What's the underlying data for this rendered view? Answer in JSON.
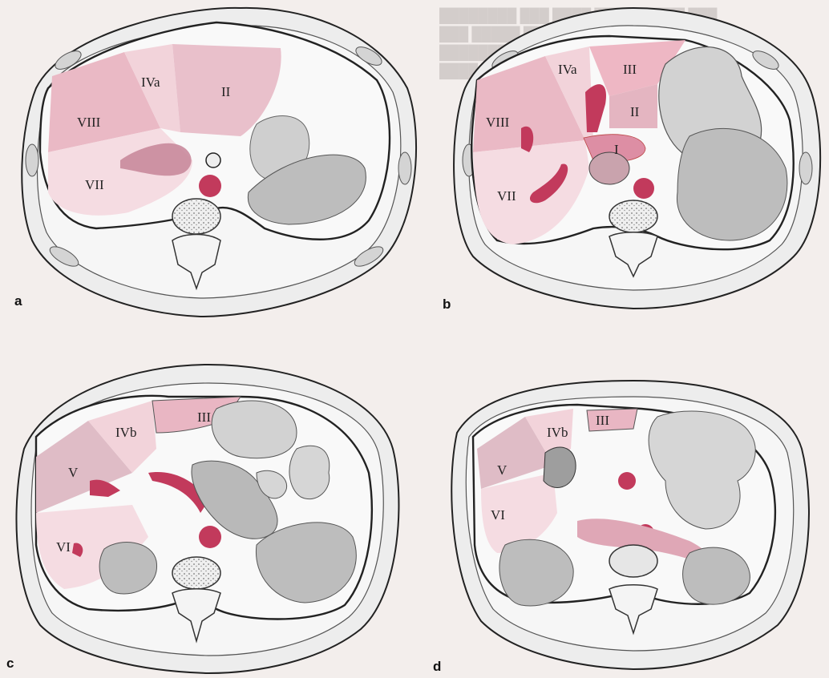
{
  "panels": [
    {
      "label": "a",
      "segments": [
        "IVa",
        "II",
        "VIII",
        "VII"
      ]
    },
    {
      "label": "b",
      "segments": [
        "IVa",
        "III",
        "II",
        "VIII",
        "I",
        "VII"
      ]
    },
    {
      "label": "c",
      "segments": [
        "IVb",
        "III",
        "V",
        "VI"
      ]
    },
    {
      "label": "d",
      "segments": [
        "IVb",
        "III",
        "V",
        "VI"
      ]
    }
  ],
  "colors": {
    "segment_light": "#f2d3da",
    "segment_mid": "#eab9c5",
    "segment_dark": "#dc9db0",
    "vessel": "#c23a5c",
    "organ_gray": "#b9b9b9",
    "organ_light": "#d6d6d6",
    "outline": "#222222"
  }
}
